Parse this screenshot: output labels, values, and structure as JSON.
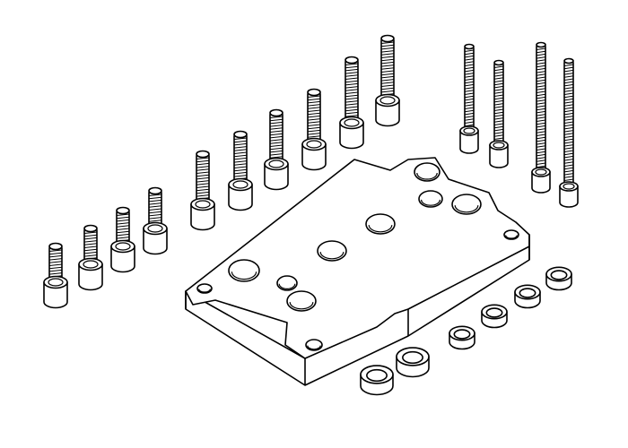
{
  "colors": {
    "stroke": "#000000",
    "fill": "#ffffff"
  },
  "parts": {
    "screws_short_row": 10,
    "screws_long": 4,
    "rings": 6,
    "adapter_plate": 1
  }
}
